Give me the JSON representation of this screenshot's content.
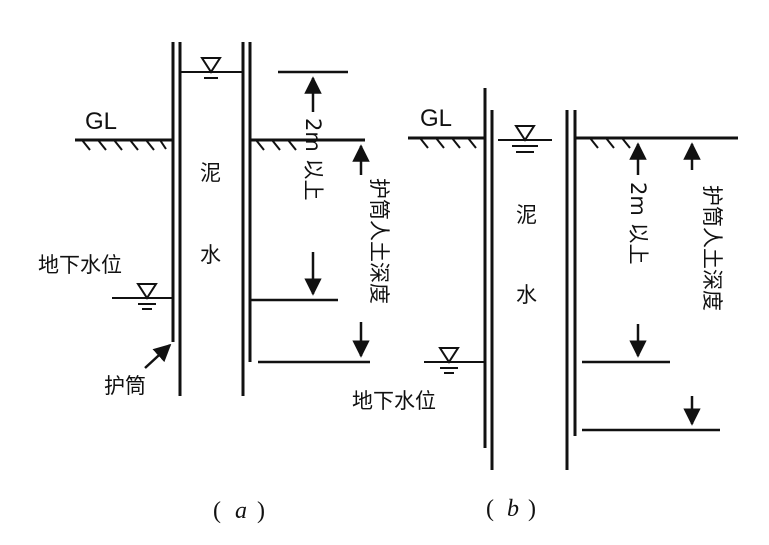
{
  "diagram_a": {
    "ground_label": "GL",
    "fluid_char_1": "泥",
    "fluid_char_2": "水",
    "groundwater_label": "地下水位",
    "casing_label": "护筒",
    "dim_min_label": "2m 以上",
    "dim_depth_label": "护筒人土深度",
    "caption_open": "(",
    "caption_letter": "a",
    "caption_close": ")"
  },
  "diagram_b": {
    "ground_label": "GL",
    "fluid_char_1": "泥",
    "fluid_char_2": "水",
    "groundwater_label": "地下水位",
    "dim_min_label": "2m 以上",
    "dim_depth_label": "护筒人土深度",
    "caption_open": "(",
    "caption_letter": "b",
    "caption_close": ")"
  },
  "colors": {
    "ink": "#111111",
    "background": "#ffffff"
  }
}
